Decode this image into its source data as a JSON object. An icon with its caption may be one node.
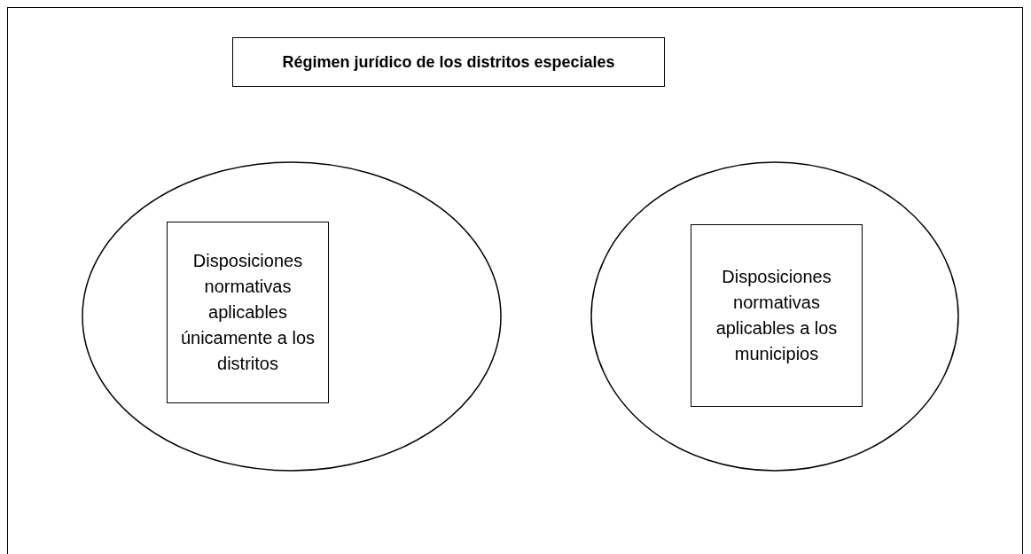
{
  "diagram": {
    "nodes": [
      {
        "text": [
          "Régimen jurídico de los distritos especiales"
        ]
      },
      {
        "text": [],
        "shape": "circle"
      },
      {
        "text": [
          "Disposiciones normativas aplicables únicamente a los distritos"
        ],
        "in": 1
      },
      {
        "text": [],
        "shape": "circle"
      },
      {
        "text": [
          "Disposiciones normativas aplicables a los municipios"
        ],
        "in": 3
      }
    ],
    "edges": []
  }
}
